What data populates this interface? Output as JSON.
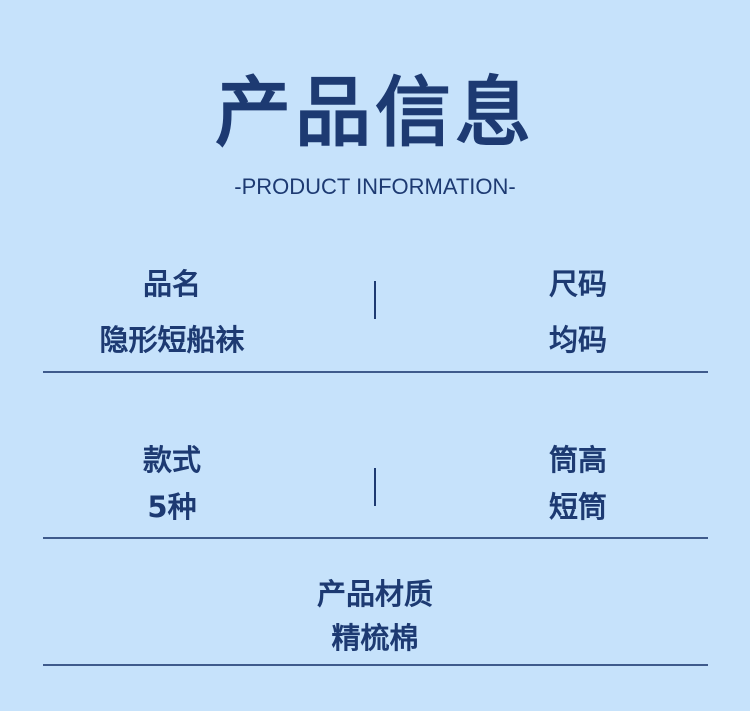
{
  "header": {
    "title": "产品信息",
    "subtitle": "-PRODUCT INFORMATION-"
  },
  "rows": [
    {
      "left": {
        "label": "品名",
        "value": "隐形短船袜"
      },
      "right": {
        "label": "尺码",
        "value": "均码"
      }
    },
    {
      "left": {
        "label": "款式",
        "value": "5种"
      },
      "right": {
        "label": "筒高",
        "value": "短筒"
      }
    },
    {
      "center": {
        "label": "产品材质",
        "value": "精梳棉"
      }
    }
  ],
  "colors": {
    "background": "#c6e2fb",
    "text": "#1d3a72",
    "rule": "#3f5b8c"
  }
}
